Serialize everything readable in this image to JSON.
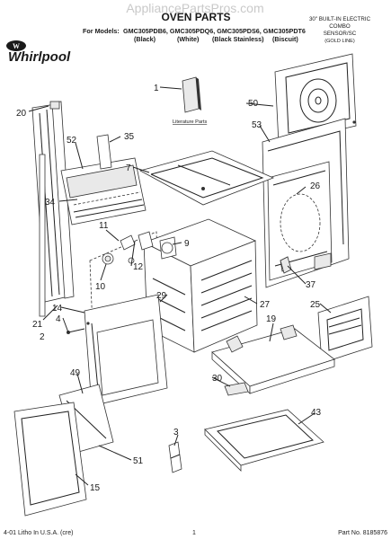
{
  "watermark": "AppliancePartsPros.com",
  "header": {
    "title": "OVEN PARTS",
    "models_prefix": "For Models:",
    "models": "GMC305PDB6, GMC305PDQ6, GMC305PDS6, GMC305PDT6",
    "colors": [
      "(Black)",
      "(White)",
      "(Black Stainless)",
      "(Biscuit)"
    ],
    "right_block": [
      "30\" BUILT-IN ELECTRIC",
      "COMBO",
      "SENSOR/SC",
      "(GOLD LINE)"
    ]
  },
  "brand": {
    "name": "Whirlpool",
    "mark": "W"
  },
  "literature_label": "Literature Parts",
  "callouts": [
    "1",
    "2",
    "3",
    "4",
    "7",
    "9",
    "10",
    "11",
    "12",
    "14",
    "15",
    "19",
    "20",
    "21",
    "25",
    "26",
    "27",
    "29",
    "30",
    "34",
    "35",
    "37",
    "43",
    "49",
    "50",
    "51",
    "52",
    "53"
  ],
  "footer": {
    "left": "4-01 Litho In U.S.A. (cre)",
    "center": "1",
    "right": "Part No. 8185876"
  }
}
